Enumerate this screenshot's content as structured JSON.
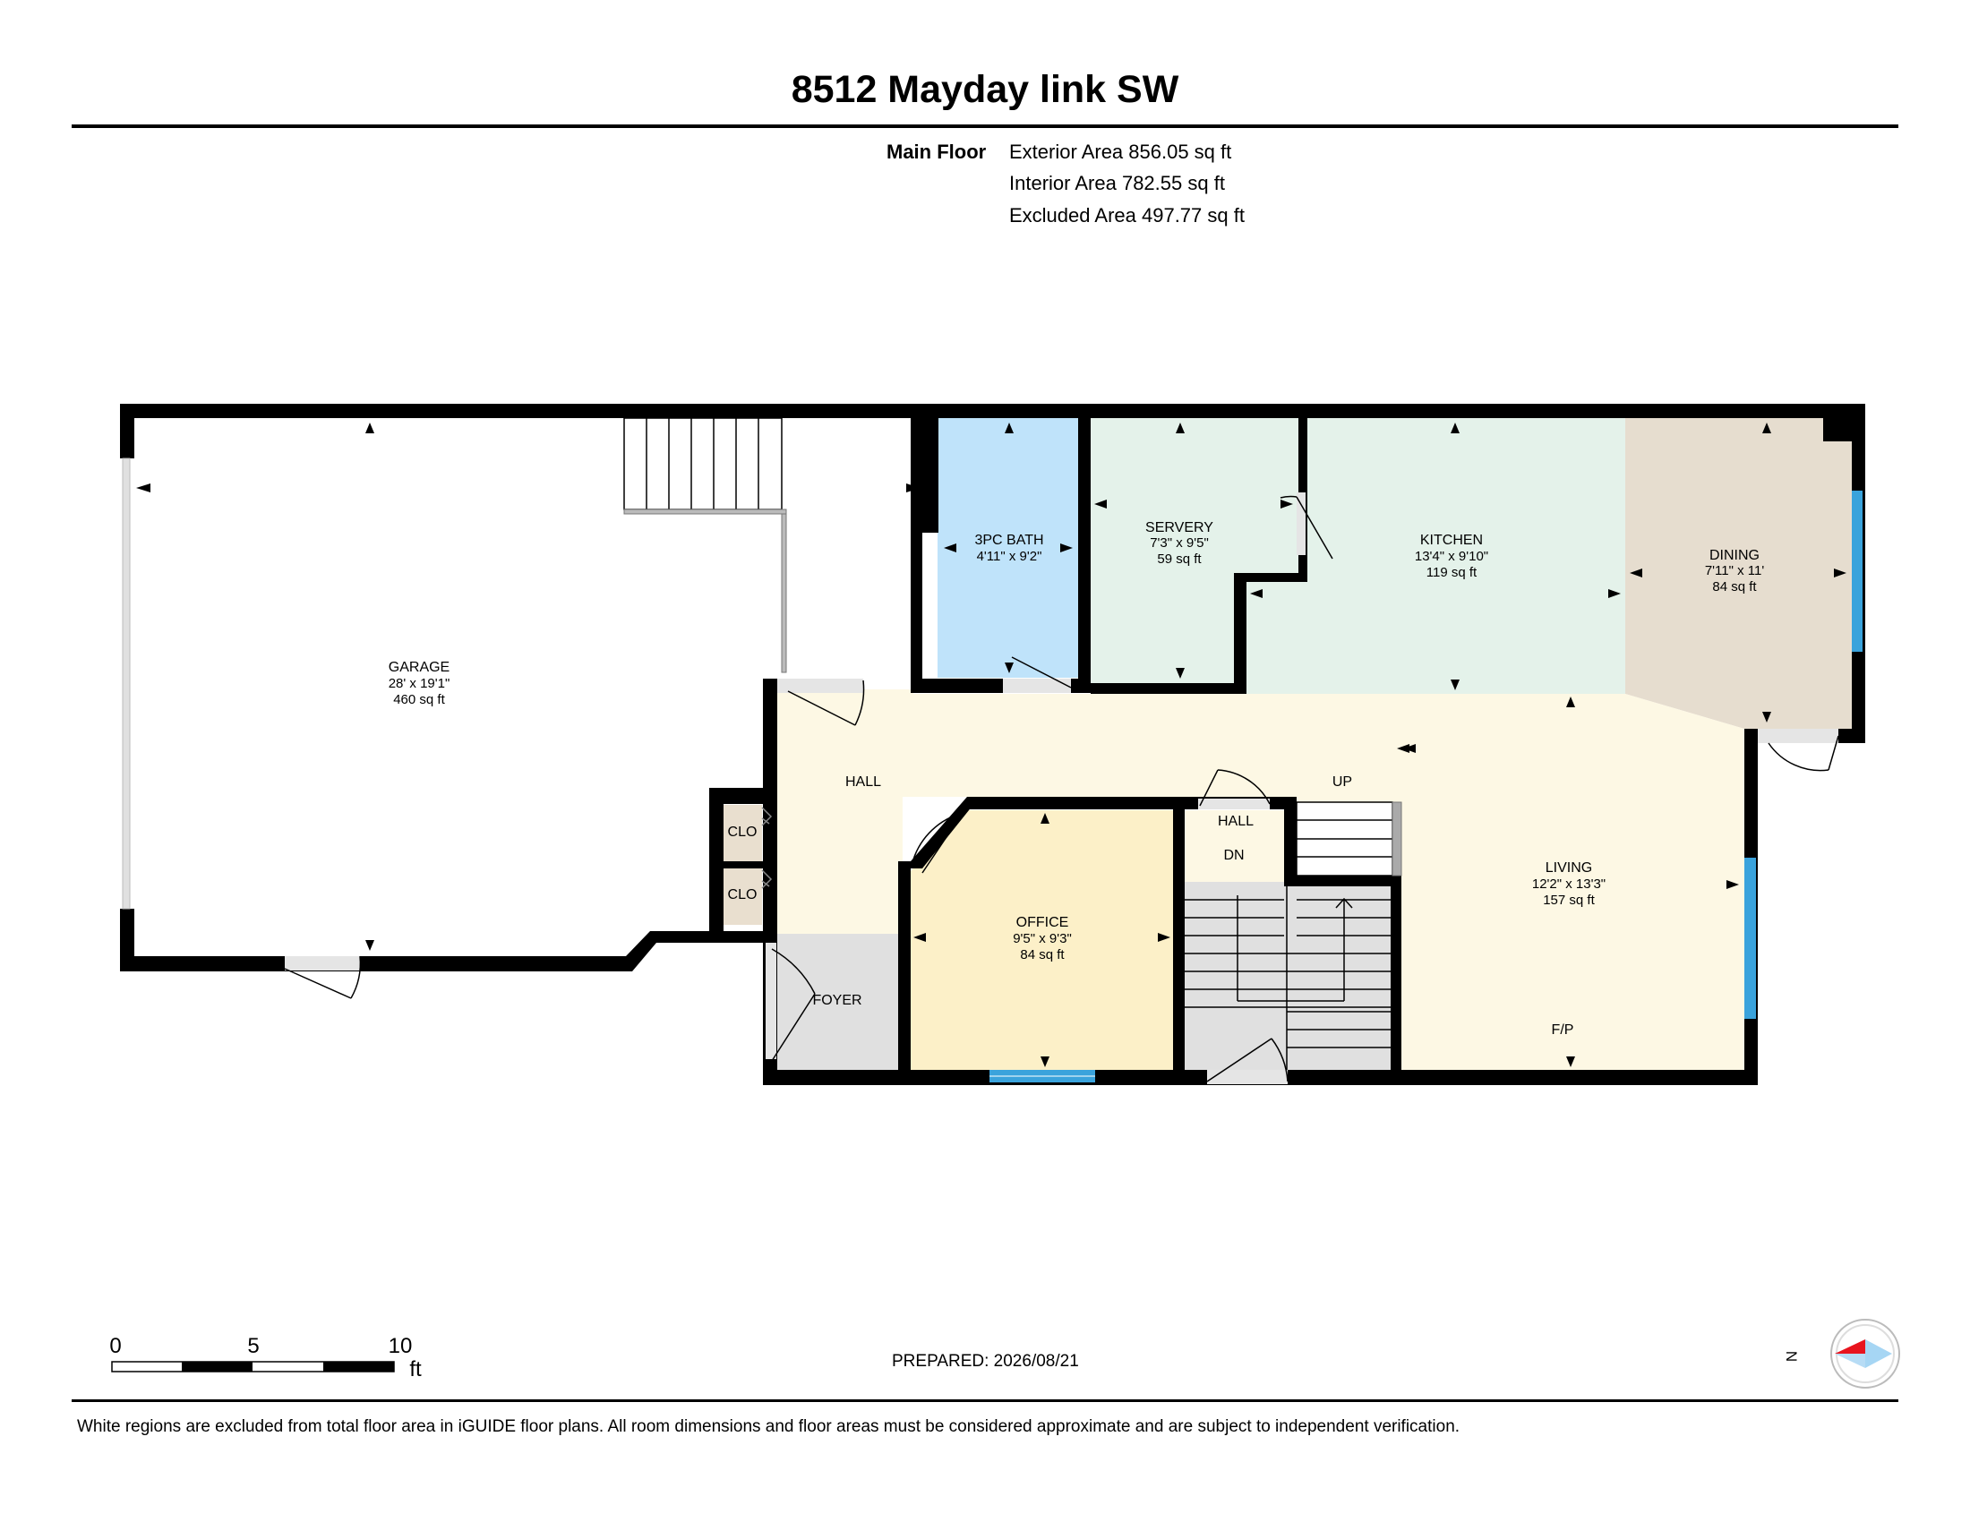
{
  "title": "8512 Mayday link SW",
  "floor": {
    "label": "Main Floor",
    "areas": [
      "Exterior Area 856.05 sq ft",
      "Interior Area 782.55 sq ft",
      "Excluded Area 497.77 sq ft"
    ]
  },
  "rooms": {
    "garage": {
      "name": "GARAGE",
      "dims": "28' x 19'1\"",
      "area": "460 sq ft"
    },
    "bath": {
      "name": "3PC BATH",
      "dims": "4'11\" x 9'2\""
    },
    "servery": {
      "name": "SERVERY",
      "dims": "7'3\" x 9'5\"",
      "area": "59 sq ft"
    },
    "kitchen": {
      "name": "KITCHEN",
      "dims": "13'4\" x 9'10\"",
      "area": "119 sq ft"
    },
    "dining": {
      "name": "DINING",
      "dims": "7'11\" x 11'",
      "area": "84 sq ft"
    },
    "hall": {
      "name": "HALL"
    },
    "hall2": {
      "name": "HALL"
    },
    "up": {
      "name": "UP"
    },
    "dn": {
      "name": "DN"
    },
    "clo1": {
      "name": "CLO"
    },
    "clo2": {
      "name": "CLO"
    },
    "office": {
      "name": "OFFICE",
      "dims": "9'5\" x 9'3\"",
      "area": "84 sq ft"
    },
    "foyer": {
      "name": "FOYER"
    },
    "living": {
      "name": "LIVING",
      "dims": "12'2\" x 13'3\"",
      "area": "157 sq ft"
    },
    "fp": {
      "name": "F/P"
    }
  },
  "scale": {
    "labels": [
      "0",
      "5",
      "10"
    ],
    "unit": "ft"
  },
  "compass": {
    "label": "N"
  },
  "prepared": "PREPARED: 2026/08/21",
  "footer": "White regions are excluded from total floor area in iGUIDE floor plans. All room dimensions and floor areas must be considered approximate and are subject to independent verification.",
  "colors": {
    "bath": "#bfe3fa",
    "servery": "#e4f2ea",
    "kitchen": "#e4f2ea",
    "dining": "#e6ddcf",
    "hall": "#fdf8e4",
    "office": "#fcf0c8",
    "foyer": "#e0e0e0",
    "closet": "#e9dfcf",
    "window": "#3aa3dc",
    "wall": "#000000"
  }
}
